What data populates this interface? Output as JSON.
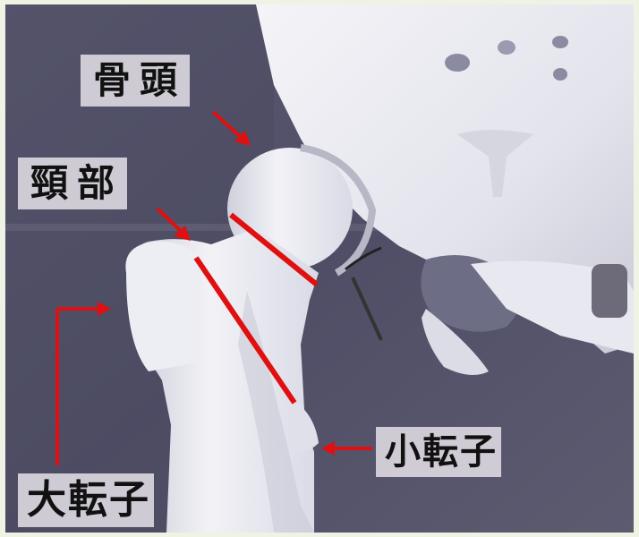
{
  "labels": {
    "head": "骨頭",
    "neck": "頸部",
    "greater_trochanter": "大転子",
    "lesser_trochanter": "小転子"
  },
  "colors": {
    "arrow": "#e01010",
    "label_bg": "#dad6de",
    "frame": "#eef3e4"
  }
}
